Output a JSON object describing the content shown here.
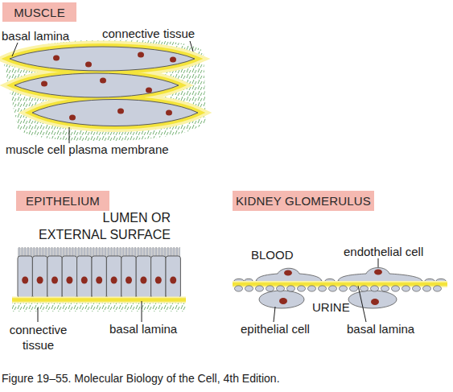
{
  "diagram": {
    "caption": "Figure 19–55. Molecular Biology of the Cell, 4th Edition.",
    "nodes": [
      {
        "text": [
          "MUSCLE"
        ]
      },
      {
        "text": [
          "EPITHELIUM"
        ]
      },
      {
        "text": [
          "KIDNEY GLOMERULUS"
        ]
      }
    ],
    "labels": [
      "basal lamina",
      "connective tissue",
      "muscle cell plasma membrane",
      "LUMEN OR EXTERNAL SURFACE",
      "BLOOD",
      "endothelial cell",
      "connective tissue",
      "basal lamina",
      "URINE",
      "epithelial cell",
      "basal lamina"
    ]
  }
}
